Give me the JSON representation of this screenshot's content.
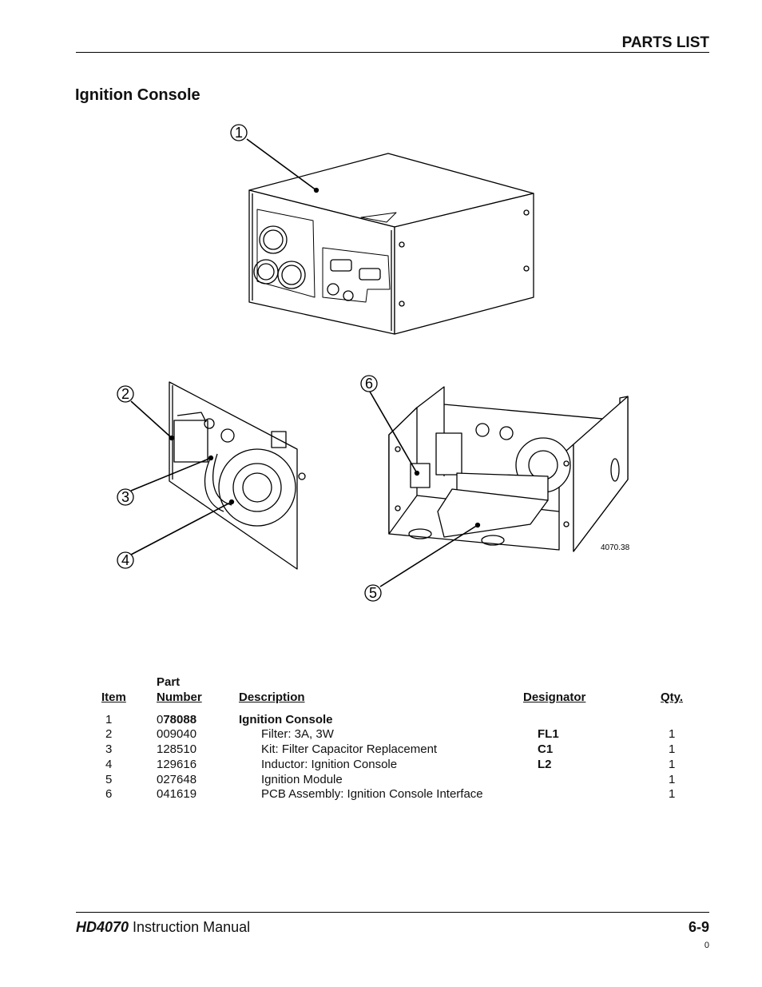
{
  "header": {
    "section": "PARTS LIST"
  },
  "section_title": "Ignition Console",
  "figure": {
    "callouts": [
      "1",
      "2",
      "3",
      "4",
      "5",
      "6"
    ],
    "figure_number": "4070.38"
  },
  "table": {
    "headers": {
      "item": "Item",
      "part_line1": "Part",
      "part_line2": "Number",
      "description": "Description",
      "designator": "Designator",
      "qty": "Qty."
    },
    "rows": [
      {
        "item": "1",
        "part_prefix": "0",
        "part_bold": "78088",
        "part": "",
        "description": "Ignition Console",
        "designator": "",
        "qty": ""
      },
      {
        "item": "2",
        "part_prefix": "",
        "part_bold": "",
        "part": "009040",
        "description": "Filter: 3A, 3W",
        "designator": "FL1",
        "qty": "1"
      },
      {
        "item": "3",
        "part_prefix": "",
        "part_bold": "",
        "part": "128510",
        "description": "Kit: Filter Capacitor Replacement",
        "designator": "C1",
        "qty": "1"
      },
      {
        "item": "4",
        "part_prefix": "",
        "part_bold": "",
        "part": "129616",
        "description": "Inductor: Ignition Console",
        "designator": "L2",
        "qty": "1"
      },
      {
        "item": "5",
        "part_prefix": "",
        "part_bold": "",
        "part": "027648",
        "description": "Ignition Module",
        "designator": "",
        "qty": "1"
      },
      {
        "item": "6",
        "part_prefix": "",
        "part_bold": "",
        "part": "041619",
        "description": "PCB Assembly: Ignition Console Interface",
        "designator": "",
        "qty": "1"
      }
    ]
  },
  "footer": {
    "model": "HD4070",
    "manual": " Instruction Manual",
    "page": "6-9",
    "revision": "0"
  }
}
